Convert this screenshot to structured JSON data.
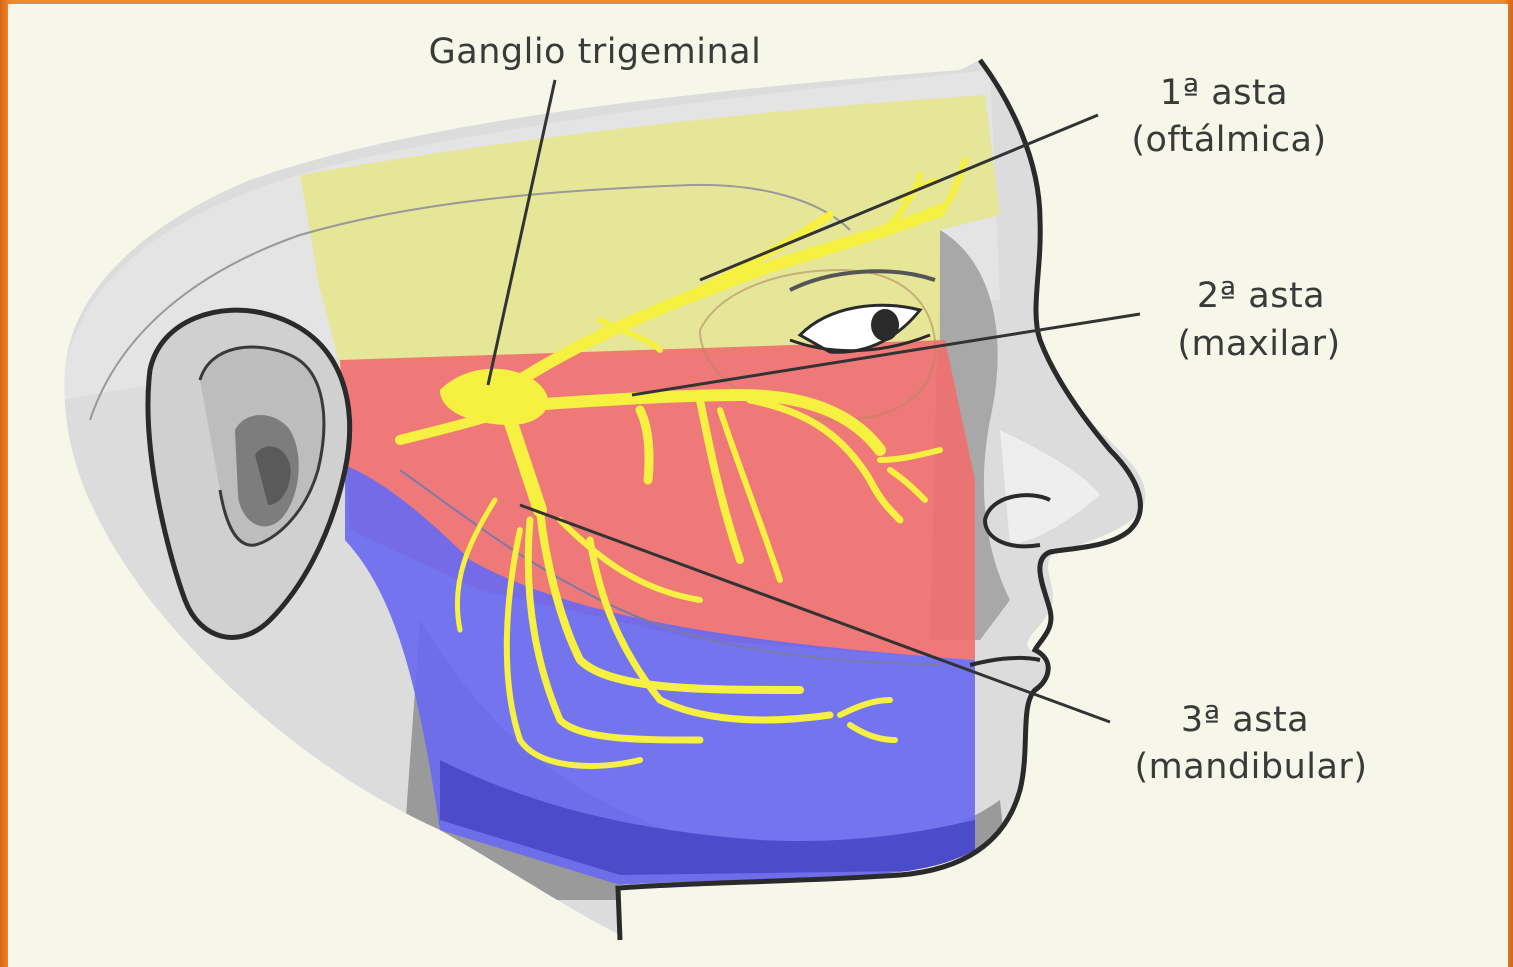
{
  "labels": {
    "ganglion": "Ganglio trigeminal",
    "branch1_title": "1ª asta",
    "branch1_name": "(oftálmica)",
    "branch2_title": "2ª asta",
    "branch2_name": "(maxilar)",
    "branch3_title": "3ª asta",
    "branch3_name": "(mandibular)"
  },
  "colors": {
    "ophthalmic_zone": "#e6e692",
    "maxillary_zone": "#f07070",
    "mandibular_zone": "#6a6af0",
    "nerve": "#f6f040",
    "skin": "#d8d8d8",
    "frame": "#e87a1e"
  }
}
